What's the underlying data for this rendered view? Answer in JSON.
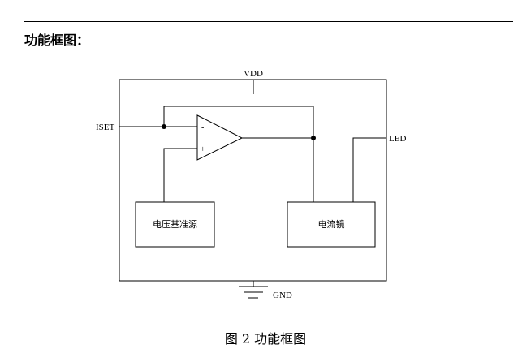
{
  "header": {
    "section_title": "功能框图："
  },
  "diagram": {
    "pins": {
      "vdd": "VDD",
      "iset": "ISET",
      "led": "LED",
      "gnd": "GND"
    },
    "blocks": {
      "voltage_reference": "电压基准源",
      "current_mirror": "电流镜"
    },
    "opamp": {
      "inverting_sign": "-",
      "noninverting_sign": "+"
    }
  },
  "caption": "图 2  功能框图"
}
